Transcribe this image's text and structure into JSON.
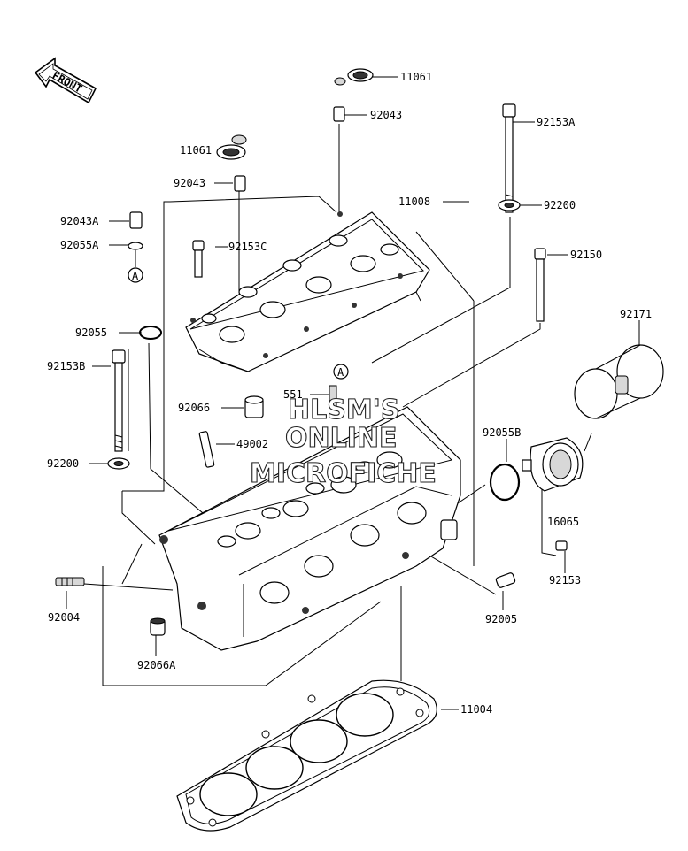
{
  "labels": {
    "front": "FRONT",
    "p11061_top": "11061",
    "p92043_top": "92043",
    "p92153A": "92153A",
    "p11061_left": "11061",
    "p92043_left": "92043",
    "p92043A": "92043A",
    "p92055A": "92055A",
    "p11008": "11008",
    "p92153C": "92153C",
    "p92200_right": "92200",
    "p92150": "92150",
    "p92171": "92171",
    "p92055": "92055",
    "p92153B": "92153B",
    "p551": "551",
    "p92066": "92066",
    "p49002": "49002",
    "p92055B": "92055B",
    "p92200_left": "92200",
    "p16065": "16065",
    "p92153": "92153",
    "p92004": "92004",
    "p92005": "92005",
    "p92066A": "92066A",
    "p11004": "11004",
    "ref_a": "A",
    "ref_a2": "A"
  },
  "watermark": {
    "line1": "HLSM'S",
    "line2": "ONLINE",
    "line3": "MICROFICHE"
  }
}
